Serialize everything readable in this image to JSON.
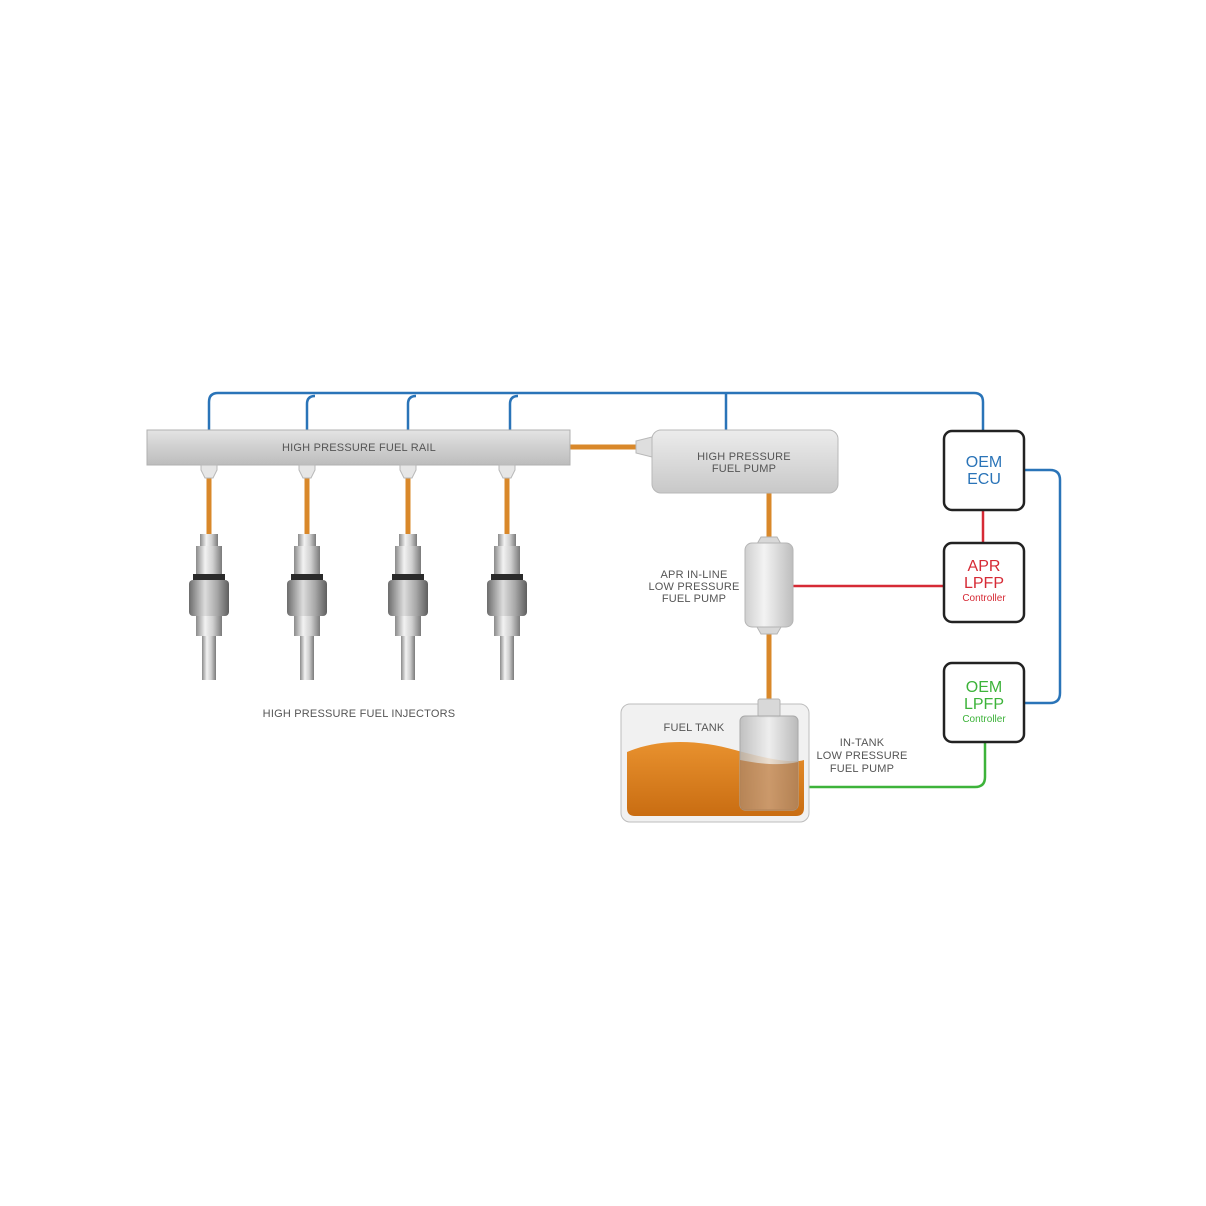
{
  "labels": {
    "rail": "HIGH PRESSURE FUEL RAIL",
    "hp_pump_1": "HIGH PRESSURE",
    "hp_pump_2": "FUEL PUMP",
    "apr_inline_1": "APR IN-LINE",
    "apr_inline_2": "LOW PRESSURE",
    "apr_inline_3": "FUEL PUMP",
    "injectors": "HIGH PRESSURE FUEL INJECTORS",
    "fuel_tank": "FUEL TANK",
    "intank_1": "IN-TANK",
    "intank_2": "LOW PRESSURE",
    "intank_3": "FUEL PUMP"
  },
  "boxes": {
    "oem_ecu": {
      "line1": "OEM",
      "line2": "ECU"
    },
    "apr_lpfp": {
      "line1": "APR",
      "line2": "LPFP",
      "sub": "Controller"
    },
    "oem_lpfp": {
      "line1": "OEM",
      "line2": "LPFP",
      "sub": "Controller"
    }
  },
  "colors": {
    "ecu_blue": "#2a74b8",
    "apr_red": "#d62a35",
    "oem_green": "#3db33a",
    "fuel_orange": "#e8912e",
    "line_orange": "#d9882a"
  }
}
